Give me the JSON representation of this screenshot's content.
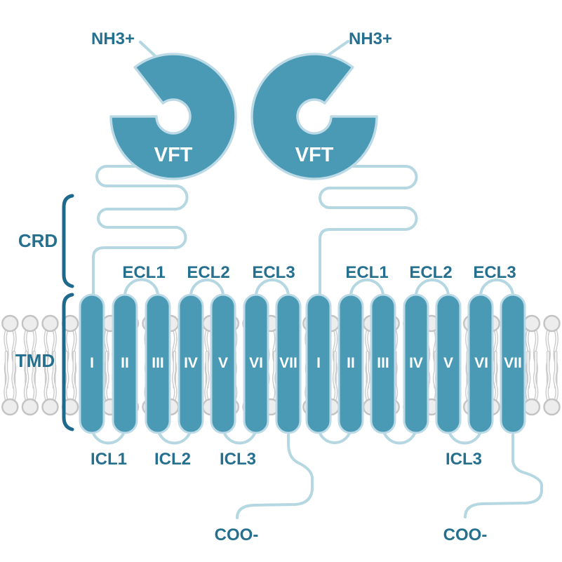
{
  "diagram": "Class C GPCR dimer membrane topology",
  "colors": {
    "protein_teal": "#4A9AB5",
    "outline_light_blue": "#B5D7E2",
    "label_dark_teal": "#256F8F",
    "bracket_dark_teal": "#1F6A8C",
    "lipid_gray_stroke": "#C3C3C3",
    "lipid_gray_fill": "#EDEDED",
    "background": "#FFFFFF"
  },
  "labels": {
    "crd": "CRD",
    "tmd": "TMD"
  },
  "receptors": [
    {
      "side": "left",
      "nterm": "NH3+",
      "vft": "VFT",
      "cterm": "COO-",
      "helices": [
        "I",
        "II",
        "III",
        "IV",
        "V",
        "VI",
        "VII"
      ],
      "ecls": [
        "ECL1",
        "ECL2",
        "ECL3"
      ],
      "icls": [
        "ICL1",
        "ICL2",
        "ICL3"
      ]
    },
    {
      "side": "right",
      "nterm": "NH3+",
      "vft": "VFT",
      "cterm": "COO-",
      "helices": [
        "I",
        "II",
        "III",
        "IV",
        "V",
        "VI",
        "VII"
      ],
      "ecls": [
        "ECL1",
        "ECL2",
        "ECL3"
      ],
      "icls": [
        "ICL3"
      ]
    }
  ]
}
